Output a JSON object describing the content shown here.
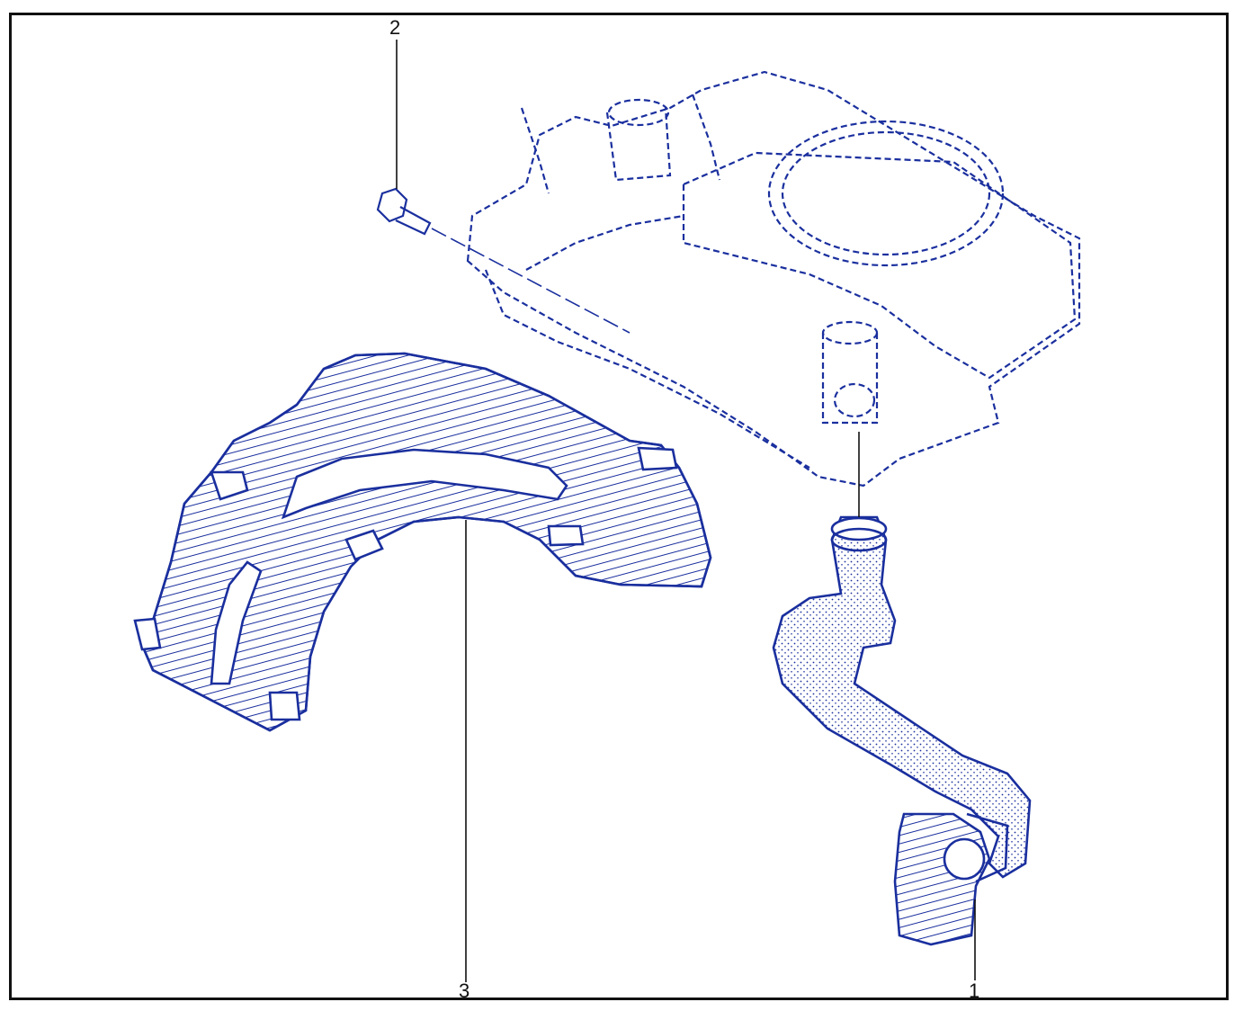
{
  "diagram": {
    "callouts": [
      {
        "id": "c1",
        "label": "1"
      },
      {
        "id": "c2",
        "label": "2"
      },
      {
        "id": "c3",
        "label": "3"
      }
    ],
    "colors": {
      "line": "#1a2f9e",
      "frame": "#111111",
      "background": "#ffffff"
    }
  }
}
